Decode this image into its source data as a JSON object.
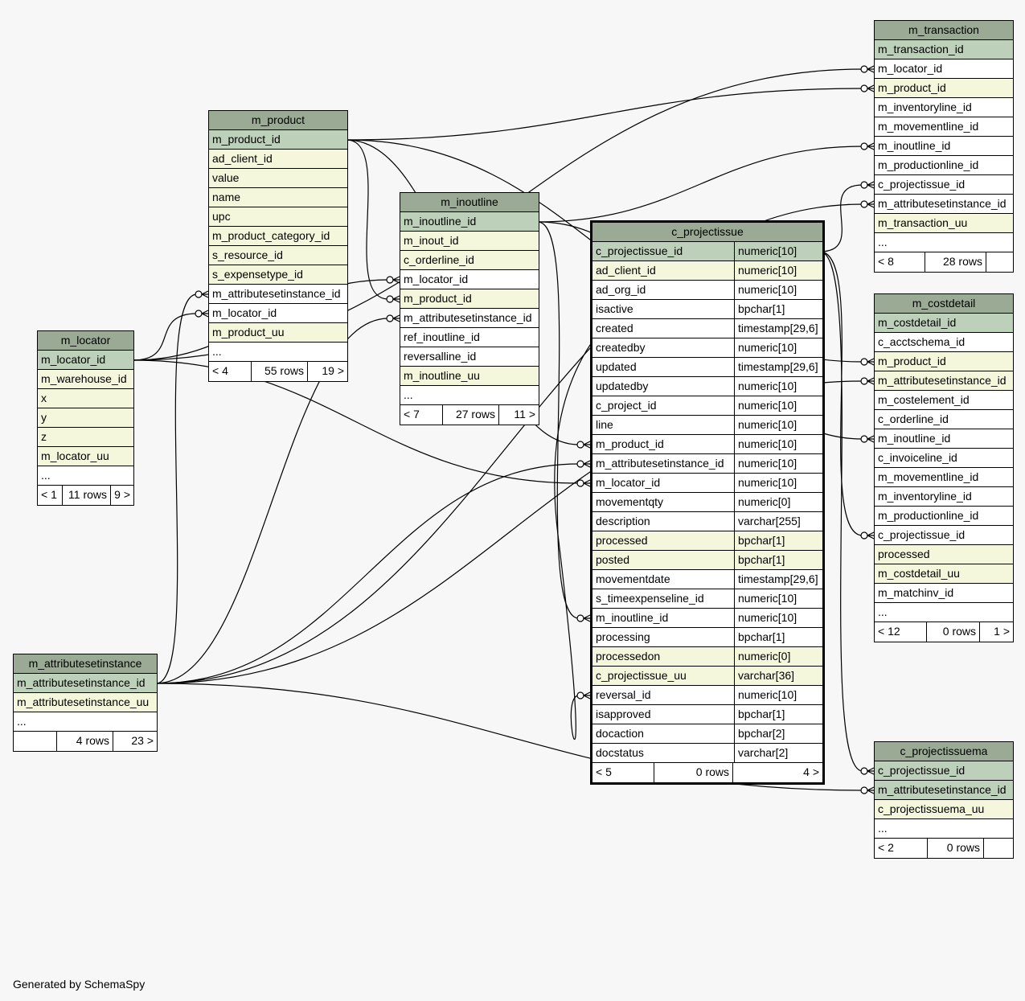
{
  "footer": "Generated by SchemaSpy",
  "colors": {
    "background": "#f7f7f7",
    "title": "#9aaa94",
    "pk": "#bdd0b9",
    "indexed": "#f4f7dc",
    "plain": "#ffffff",
    "edge": "#000000"
  },
  "tables": [
    {
      "name": "m_product",
      "columns": [
        {
          "name": "m_product_id",
          "kind": "pk"
        },
        {
          "name": "ad_client_id",
          "kind": "idx"
        },
        {
          "name": "value",
          "kind": "idx"
        },
        {
          "name": "name",
          "kind": "idx"
        },
        {
          "name": "upc",
          "kind": "idx"
        },
        {
          "name": "m_product_category_id",
          "kind": "idx"
        },
        {
          "name": "s_resource_id",
          "kind": "idx"
        },
        {
          "name": "s_expensetype_id",
          "kind": "idx"
        },
        {
          "name": "m_attributesetinstance_id",
          "kind": "plain"
        },
        {
          "name": "m_locator_id",
          "kind": "plain"
        },
        {
          "name": "m_product_uu",
          "kind": "idx"
        },
        {
          "name": "...",
          "kind": "plain"
        }
      ],
      "footer": {
        "left": "< 4",
        "mid": "55 rows",
        "right": "19 >"
      }
    },
    {
      "name": "m_locator",
      "columns": [
        {
          "name": "m_locator_id",
          "kind": "pk"
        },
        {
          "name": "m_warehouse_id",
          "kind": "idx"
        },
        {
          "name": "x",
          "kind": "idx"
        },
        {
          "name": "y",
          "kind": "idx"
        },
        {
          "name": "z",
          "kind": "idx"
        },
        {
          "name": "m_locator_uu",
          "kind": "idx"
        },
        {
          "name": "...",
          "kind": "plain"
        }
      ],
      "footer": {
        "left": "< 1",
        "mid": "11 rows",
        "right": "9 >"
      }
    },
    {
      "name": "m_inoutline",
      "columns": [
        {
          "name": "m_inoutline_id",
          "kind": "pk"
        },
        {
          "name": "m_inout_id",
          "kind": "idx"
        },
        {
          "name": "c_orderline_id",
          "kind": "idx"
        },
        {
          "name": "m_locator_id",
          "kind": "plain"
        },
        {
          "name": "m_product_id",
          "kind": "idx"
        },
        {
          "name": "m_attributesetinstance_id",
          "kind": "plain"
        },
        {
          "name": "ref_inoutline_id",
          "kind": "plain"
        },
        {
          "name": "reversalline_id",
          "kind": "plain"
        },
        {
          "name": "m_inoutline_uu",
          "kind": "idx"
        },
        {
          "name": "...",
          "kind": "plain"
        }
      ],
      "footer": {
        "left": "< 7",
        "mid": "27 rows",
        "right": "11 >"
      }
    },
    {
      "name": "c_projectissue",
      "columns": [
        {
          "name": "c_projectissue_id",
          "type": "numeric[10]",
          "kind": "pk"
        },
        {
          "name": "ad_client_id",
          "type": "numeric[10]",
          "kind": "idx"
        },
        {
          "name": "ad_org_id",
          "type": "numeric[10]",
          "kind": "plain"
        },
        {
          "name": "isactive",
          "type": "bpchar[1]",
          "kind": "plain"
        },
        {
          "name": "created",
          "type": "timestamp[29,6]",
          "kind": "plain"
        },
        {
          "name": "createdby",
          "type": "numeric[10]",
          "kind": "plain"
        },
        {
          "name": "updated",
          "type": "timestamp[29,6]",
          "kind": "plain"
        },
        {
          "name": "updatedby",
          "type": "numeric[10]",
          "kind": "plain"
        },
        {
          "name": "c_project_id",
          "type": "numeric[10]",
          "kind": "plain"
        },
        {
          "name": "line",
          "type": "numeric[10]",
          "kind": "plain"
        },
        {
          "name": "m_product_id",
          "type": "numeric[10]",
          "kind": "plain"
        },
        {
          "name": "m_attributesetinstance_id",
          "type": "numeric[10]",
          "kind": "plain"
        },
        {
          "name": "m_locator_id",
          "type": "numeric[10]",
          "kind": "plain"
        },
        {
          "name": "movementqty",
          "type": "numeric[0]",
          "kind": "plain"
        },
        {
          "name": "description",
          "type": "varchar[255]",
          "kind": "plain"
        },
        {
          "name": "processed",
          "type": "bpchar[1]",
          "kind": "idx"
        },
        {
          "name": "posted",
          "type": "bpchar[1]",
          "kind": "idx"
        },
        {
          "name": "movementdate",
          "type": "timestamp[29,6]",
          "kind": "plain"
        },
        {
          "name": "s_timeexpenseline_id",
          "type": "numeric[10]",
          "kind": "plain"
        },
        {
          "name": "m_inoutline_id",
          "type": "numeric[10]",
          "kind": "plain"
        },
        {
          "name": "processing",
          "type": "bpchar[1]",
          "kind": "plain"
        },
        {
          "name": "processedon",
          "type": "numeric[0]",
          "kind": "idx"
        },
        {
          "name": "c_projectissue_uu",
          "type": "varchar[36]",
          "kind": "idx"
        },
        {
          "name": "reversal_id",
          "type": "numeric[10]",
          "kind": "plain"
        },
        {
          "name": "isapproved",
          "type": "bpchar[1]",
          "kind": "plain"
        },
        {
          "name": "docaction",
          "type": "bpchar[2]",
          "kind": "plain"
        },
        {
          "name": "docstatus",
          "type": "varchar[2]",
          "kind": "plain"
        }
      ],
      "footer": {
        "left": "< 5",
        "mid": "0 rows",
        "right": "4 >"
      }
    },
    {
      "name": "m_transaction",
      "columns": [
        {
          "name": "m_transaction_id",
          "kind": "pk"
        },
        {
          "name": "m_locator_id",
          "kind": "plain"
        },
        {
          "name": "m_product_id",
          "kind": "idx"
        },
        {
          "name": "m_inventoryline_id",
          "kind": "plain"
        },
        {
          "name": "m_movementline_id",
          "kind": "plain"
        },
        {
          "name": "m_inoutline_id",
          "kind": "plain"
        },
        {
          "name": "m_productionline_id",
          "kind": "plain"
        },
        {
          "name": "c_projectissue_id",
          "kind": "plain"
        },
        {
          "name": "m_attributesetinstance_id",
          "kind": "plain"
        },
        {
          "name": "m_transaction_uu",
          "kind": "idx"
        },
        {
          "name": "...",
          "kind": "plain"
        }
      ],
      "footer": {
        "left": "< 8",
        "mid": "28 rows",
        "right": ""
      }
    },
    {
      "name": "m_costdetail",
      "columns": [
        {
          "name": "m_costdetail_id",
          "kind": "pk"
        },
        {
          "name": "c_acctschema_id",
          "kind": "plain"
        },
        {
          "name": "m_product_id",
          "kind": "idx"
        },
        {
          "name": "m_attributesetinstance_id",
          "kind": "idx"
        },
        {
          "name": "m_costelement_id",
          "kind": "plain"
        },
        {
          "name": "c_orderline_id",
          "kind": "plain"
        },
        {
          "name": "m_inoutline_id",
          "kind": "plain"
        },
        {
          "name": "c_invoiceline_id",
          "kind": "plain"
        },
        {
          "name": "m_movementline_id",
          "kind": "plain"
        },
        {
          "name": "m_inventoryline_id",
          "kind": "plain"
        },
        {
          "name": "m_productionline_id",
          "kind": "plain"
        },
        {
          "name": "c_projectissue_id",
          "kind": "plain"
        },
        {
          "name": "processed",
          "kind": "idx"
        },
        {
          "name": "m_costdetail_uu",
          "kind": "idx"
        },
        {
          "name": "m_matchinv_id",
          "kind": "plain"
        },
        {
          "name": "...",
          "kind": "plain"
        }
      ],
      "footer": {
        "left": "< 12",
        "mid": "0 rows",
        "right": "1 >"
      }
    },
    {
      "name": "m_attributesetinstance",
      "columns": [
        {
          "name": "m_attributesetinstance_id",
          "kind": "pk"
        },
        {
          "name": "m_attributesetinstance_uu",
          "kind": "idx"
        },
        {
          "name": "...",
          "kind": "plain"
        }
      ],
      "footer": {
        "left": "",
        "mid": "4 rows",
        "right": "23 >"
      }
    },
    {
      "name": "c_projectissuema",
      "columns": [
        {
          "name": "c_projectissue_id",
          "kind": "pk"
        },
        {
          "name": "m_attributesetinstance_id",
          "kind": "pk"
        },
        {
          "name": "c_projectissuema_uu",
          "kind": "idx"
        },
        {
          "name": "...",
          "kind": "plain"
        }
      ],
      "footer": {
        "left": "< 2",
        "mid": "0 rows",
        "right": ""
      }
    }
  ],
  "relationships": [
    {
      "from_table": "m_transaction",
      "from_column": "m_locator_id",
      "to_table": "m_locator",
      "to_column": "m_locator_id"
    },
    {
      "from_table": "m_transaction",
      "from_column": "m_product_id",
      "to_table": "m_product",
      "to_column": "m_product_id"
    },
    {
      "from_table": "m_transaction",
      "from_column": "m_inoutline_id",
      "to_table": "m_inoutline",
      "to_column": "m_inoutline_id"
    },
    {
      "from_table": "m_transaction",
      "from_column": "c_projectissue_id",
      "to_table": "c_projectissue",
      "to_column": "c_projectissue_id"
    },
    {
      "from_table": "m_transaction",
      "from_column": "m_attributesetinstance_id",
      "to_table": "m_attributesetinstance",
      "to_column": "m_attributesetinstance_id"
    },
    {
      "from_table": "m_product",
      "from_column": "m_attributesetinstance_id",
      "to_table": "m_attributesetinstance",
      "to_column": "m_attributesetinstance_id"
    },
    {
      "from_table": "m_product",
      "from_column": "m_locator_id",
      "to_table": "m_locator",
      "to_column": "m_locator_id"
    },
    {
      "from_table": "m_inoutline",
      "from_column": "m_locator_id",
      "to_table": "m_locator",
      "to_column": "m_locator_id"
    },
    {
      "from_table": "m_inoutline",
      "from_column": "m_product_id",
      "to_table": "m_product",
      "to_column": "m_product_id"
    },
    {
      "from_table": "m_inoutline",
      "from_column": "m_attributesetinstance_id",
      "to_table": "m_attributesetinstance",
      "to_column": "m_attributesetinstance_id"
    },
    {
      "from_table": "c_projectissue",
      "from_column": "m_product_id",
      "to_table": "m_product",
      "to_column": "m_product_id"
    },
    {
      "from_table": "c_projectissue",
      "from_column": "m_attributesetinstance_id",
      "to_table": "m_attributesetinstance",
      "to_column": "m_attributesetinstance_id"
    },
    {
      "from_table": "c_projectissue",
      "from_column": "m_locator_id",
      "to_table": "m_locator",
      "to_column": "m_locator_id"
    },
    {
      "from_table": "c_projectissue",
      "from_column": "m_inoutline_id",
      "to_table": "m_inoutline",
      "to_column": "m_inoutline_id"
    },
    {
      "from_table": "c_projectissue",
      "from_column": "reversal_id",
      "to_table": "c_projectissue",
      "to_column": "c_projectissue_id"
    },
    {
      "from_table": "m_costdetail",
      "from_column": "m_product_id",
      "to_table": "m_product",
      "to_column": "m_product_id"
    },
    {
      "from_table": "m_costdetail",
      "from_column": "m_attributesetinstance_id",
      "to_table": "m_attributesetinstance",
      "to_column": "m_attributesetinstance_id"
    },
    {
      "from_table": "m_costdetail",
      "from_column": "m_inoutline_id",
      "to_table": "m_inoutline",
      "to_column": "m_inoutline_id"
    },
    {
      "from_table": "m_costdetail",
      "from_column": "c_projectissue_id",
      "to_table": "c_projectissue",
      "to_column": "c_projectissue_id"
    },
    {
      "from_table": "c_projectissuema",
      "from_column": "c_projectissue_id",
      "to_table": "c_projectissue",
      "to_column": "c_projectissue_id"
    },
    {
      "from_table": "c_projectissuema",
      "from_column": "m_attributesetinstance_id",
      "to_table": "m_attributesetinstance",
      "to_column": "m_attributesetinstance_id"
    }
  ]
}
